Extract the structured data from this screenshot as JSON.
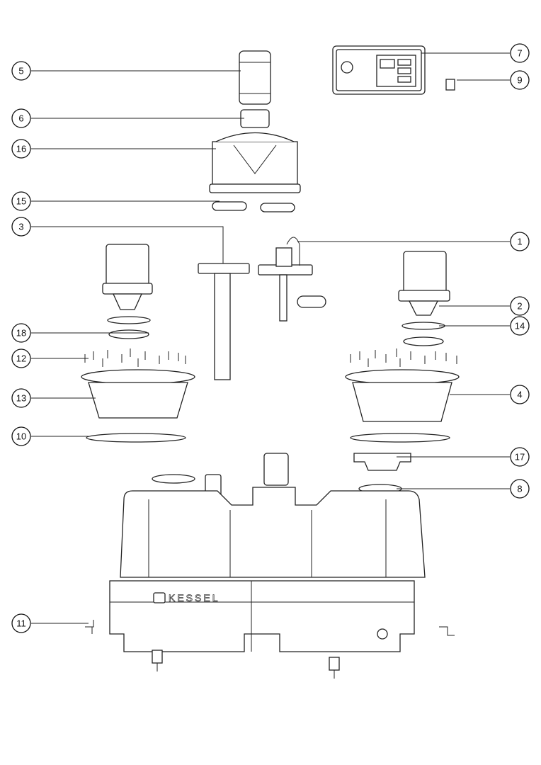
{
  "diagram": {
    "type": "exploded parts view",
    "brand_logo": "KESSEL",
    "callouts": [
      {
        "id": "5",
        "label": "5"
      },
      {
        "id": "6",
        "label": "6"
      },
      {
        "id": "16",
        "label": "16"
      },
      {
        "id": "15",
        "label": "15"
      },
      {
        "id": "3",
        "label": "3"
      },
      {
        "id": "18",
        "label": "18"
      },
      {
        "id": "12",
        "label": "12"
      },
      {
        "id": "13",
        "label": "13"
      },
      {
        "id": "10",
        "label": "10"
      },
      {
        "id": "11",
        "label": "11"
      },
      {
        "id": "7",
        "label": "7"
      },
      {
        "id": "9",
        "label": "9"
      },
      {
        "id": "1",
        "label": "1"
      },
      {
        "id": "2",
        "label": "2"
      },
      {
        "id": "14",
        "label": "14"
      },
      {
        "id": "4",
        "label": "4"
      },
      {
        "id": "17",
        "label": "17"
      },
      {
        "id": "8",
        "label": "8"
      }
    ]
  }
}
